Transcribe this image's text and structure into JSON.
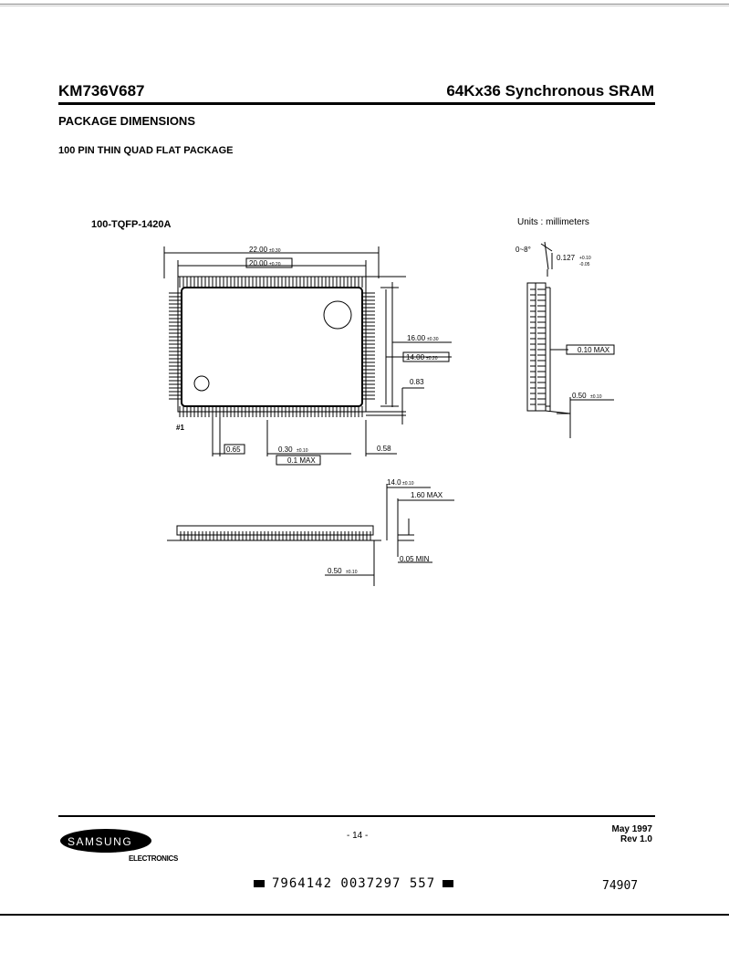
{
  "header": {
    "part_number": "KM736V687",
    "product": "64Kx36 Synchronous SRAM"
  },
  "section": {
    "title": "PACKAGE DIMENSIONS",
    "subtitle": "100 PIN THIN QUAD FLAT PACKAGE"
  },
  "package": {
    "code": "100-TQFP-1420A",
    "units": "Units : millimeters"
  },
  "dims": {
    "body_outer": "22.00",
    "body_outer_tol": "±0.30",
    "body_inner": "20.00",
    "body_inner_tol": "±0.20",
    "width_outer": "16.00",
    "width_outer_tol": "±0.30",
    "width_inner": "14.00",
    "width_inner_tol": "±0.20",
    "d083": "0.83",
    "pin1": "#1",
    "pitch": "0.65",
    "lead_w": "0.30",
    "lead_w_tol": "±0.10",
    "lead_pos": "0.1 MAX",
    "d058": "0.58",
    "angle": "0~8°",
    "lead_t": "0.127",
    "lead_t_tol_plus": "+0.10",
    "lead_t_tol_minus": "-0.05",
    "flat": "0.10 MAX",
    "foot": "0.50",
    "foot_tol": "±0.10",
    "side_w": "14.0",
    "side_w_tol": "±0.10",
    "height": "1.60 MAX",
    "standoff": "0.05 MIN",
    "side_foot": "0.50",
    "side_foot_tol": "±0.10"
  },
  "footer": {
    "brand": "SAMSUNG",
    "division": "ELECTRONICS",
    "page": "- 14 -",
    "date": "May 1997",
    "rev": "Rev 1.0",
    "barcode_text": "7964142 0037297 557",
    "scan_number": "74907"
  }
}
